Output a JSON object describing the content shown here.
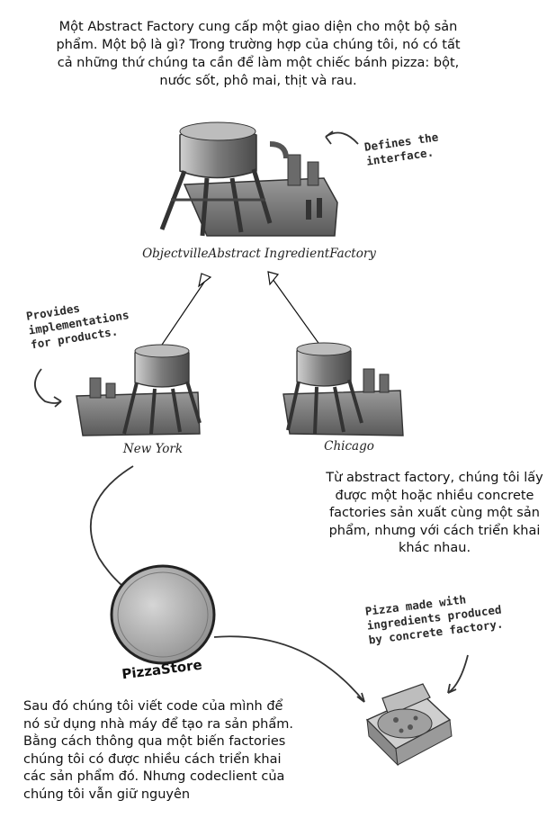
{
  "intro_text": "Một Abstract Factory cung cấp một giao diện cho một bộ sản phẩm. Một bộ là gì? Trong trường hợp của chúng tôi, nó có tất cả những thứ chúng ta cần để làm một chiếc bánh pizza: bột, nước sốt, phô mai, thịt và rau.",
  "annotations": {
    "defines": "Defines the interface.",
    "provides": "Provides implementations for products.",
    "pizza_made": "Pizza made with ingredients produced by concrete factory."
  },
  "factories": {
    "abstract": "ObjectvilleAbstract IngredientFactory",
    "new_york": "New York",
    "chicago": "Chicago"
  },
  "concrete_text": "Từ abstract factory, chúng tôi lấy được một hoặc nhiều concrete factories  sản xuất cùng một sản phẩm, nhưng với cách triển khai khác nhau.",
  "store_label": "PizzaStore",
  "bottom_text": "Sau đó chúng tôi viết code của mình để nó sử dụng nhà máy để tạo ra sản phẩm. Bằng cách thông qua một biến factories chúng tôi có được nhiều cách triển khai các sản phẩm đó. Nhưng codeclient của chúng tôi vẫn giữ nguyên",
  "colors": {
    "ink": "#111111",
    "factory_gray": "#8a8a8a",
    "store_gray": "#9a9a9a"
  }
}
